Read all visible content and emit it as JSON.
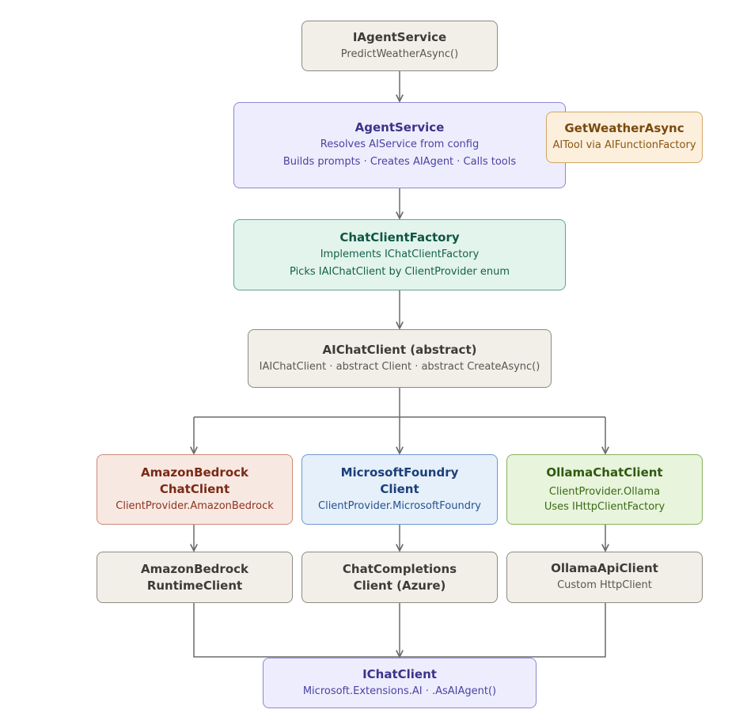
{
  "nodes": {
    "iagentservice": {
      "title": "IAgentService",
      "sub1": "PredictWeatherAsync()"
    },
    "agentservice": {
      "title": "AgentService",
      "sub1": "Resolves AIService from config",
      "sub2": "Builds prompts · Creates AIAgent · Calls tools"
    },
    "getweather": {
      "title": "GetWeatherAsync",
      "sub1": "AITool via AIFunctionFactory"
    },
    "chatclientfactory": {
      "title": "ChatClientFactory",
      "sub1": "Implements IChatClientFactory",
      "sub2": "Picks IAIChatClient by ClientProvider enum"
    },
    "aichatclient": {
      "title": "AIChatClient (abstract)",
      "sub1": "IAIChatClient · abstract Client · abstract CreateAsync()"
    },
    "bedrockchat": {
      "title": "AmazonBedrock\nChatClient",
      "sub1": "ClientProvider.AmazonBedrock"
    },
    "foundrychat": {
      "title": "MicrosoftFoundry\nClient",
      "sub1": "ClientProvider.MicrosoftFoundry"
    },
    "ollamachat": {
      "title": "OllamaChatClient",
      "sub1": "ClientProvider.Ollama",
      "sub2": "Uses IHttpClientFactory"
    },
    "bedrockruntime": {
      "title": "AmazonBedrock\nRuntimeClient"
    },
    "chatcompletions": {
      "title": "ChatCompletions\nClient (Azure)"
    },
    "ollamaapi": {
      "title": "OllamaApiClient",
      "sub1": "Custom HttpClient"
    },
    "ichatclient": {
      "title": "IChatClient",
      "sub1": "Microsoft.Extensions.AI · .AsAIAgent()"
    }
  },
  "colors": {
    "connector": "#6b6b6b"
  }
}
